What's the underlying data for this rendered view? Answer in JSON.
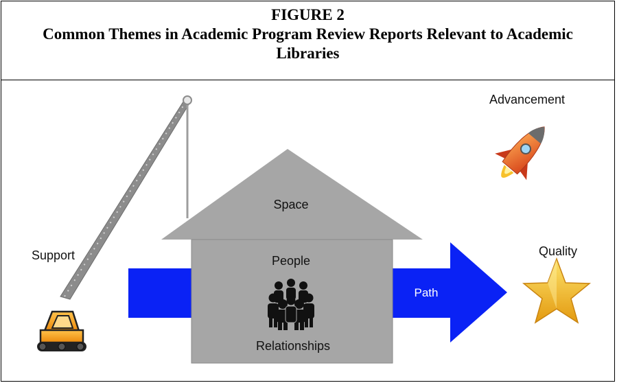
{
  "figure": {
    "number": "FIGURE 2",
    "title": "Common Themes in Academic Program Review Reports Relevant to Academic Libraries"
  },
  "labels": {
    "support": "Support",
    "space": "Space",
    "people": "People",
    "relationships": "Relationships",
    "path": "Path",
    "advancement": "Advancement",
    "quality": "Quality"
  },
  "icons": [
    "crane-icon",
    "house-icon",
    "people-group-icon",
    "arrow-icon",
    "rocket-icon",
    "star-icon"
  ],
  "colors": {
    "arrow": "#0a22f5",
    "house": "#a6a6a6",
    "crane_body": "#f7a21b",
    "star": "#f5b51c",
    "rocket": "#ee6a2a"
  }
}
